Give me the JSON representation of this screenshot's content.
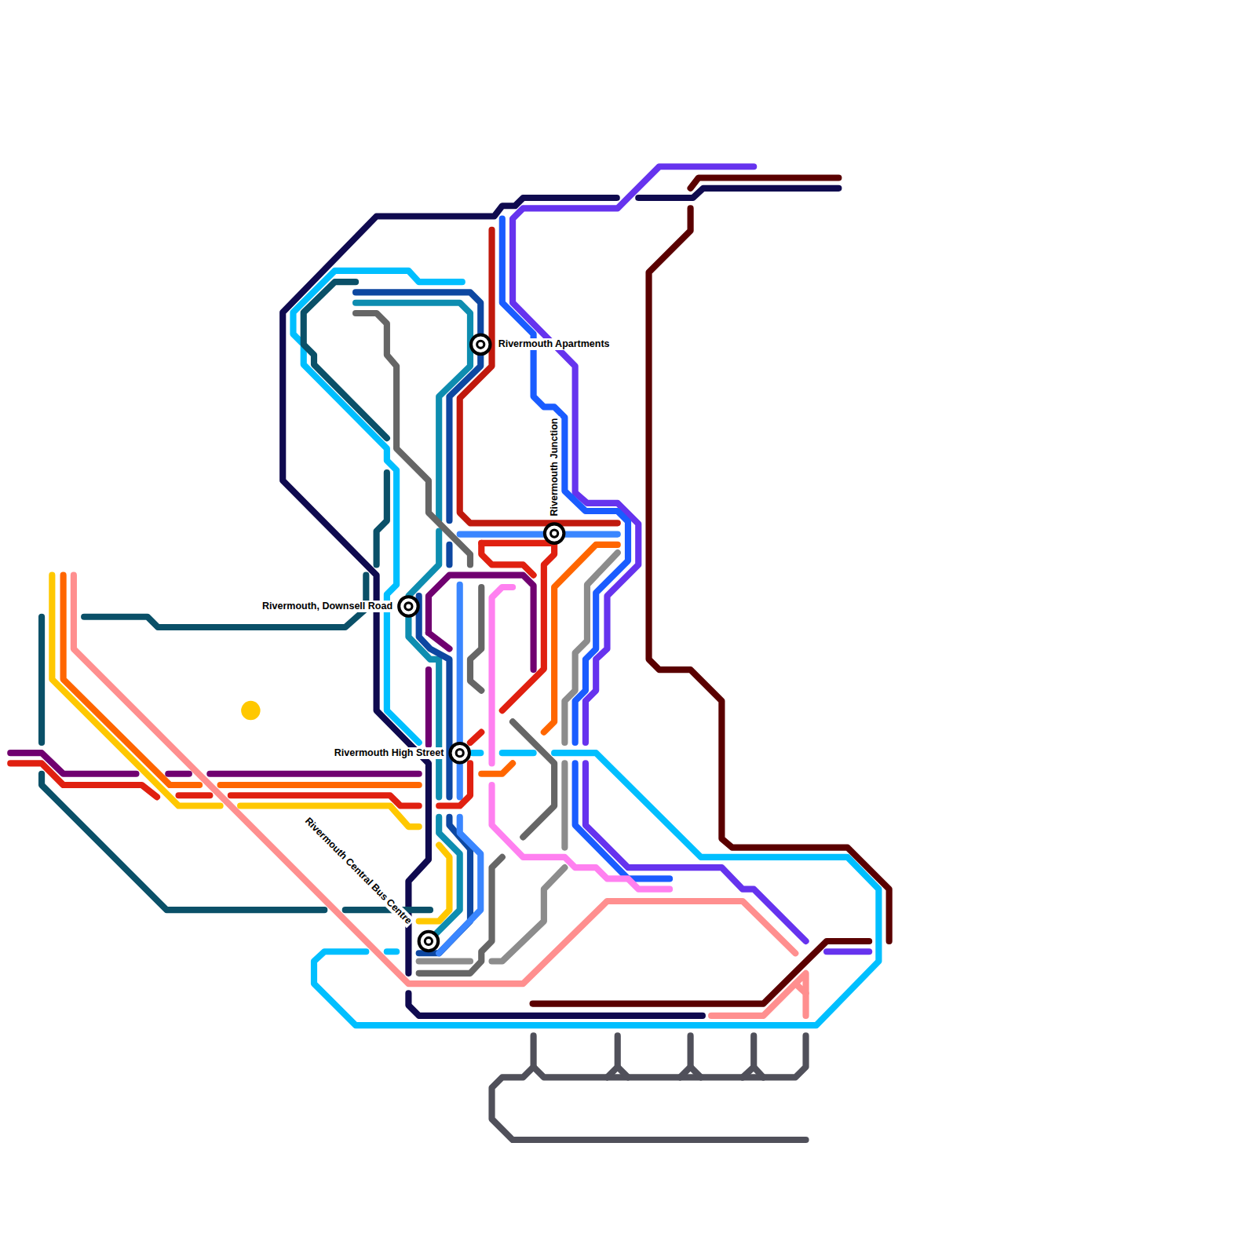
{
  "diagram": {
    "labels": [
      "Rivermouth Apartments",
      "Rivermouth Junction",
      "Rivermouth, Downsell Road",
      "Rivermouth High Street",
      "Rivermouth Central Bus Centre"
    ]
  }
}
